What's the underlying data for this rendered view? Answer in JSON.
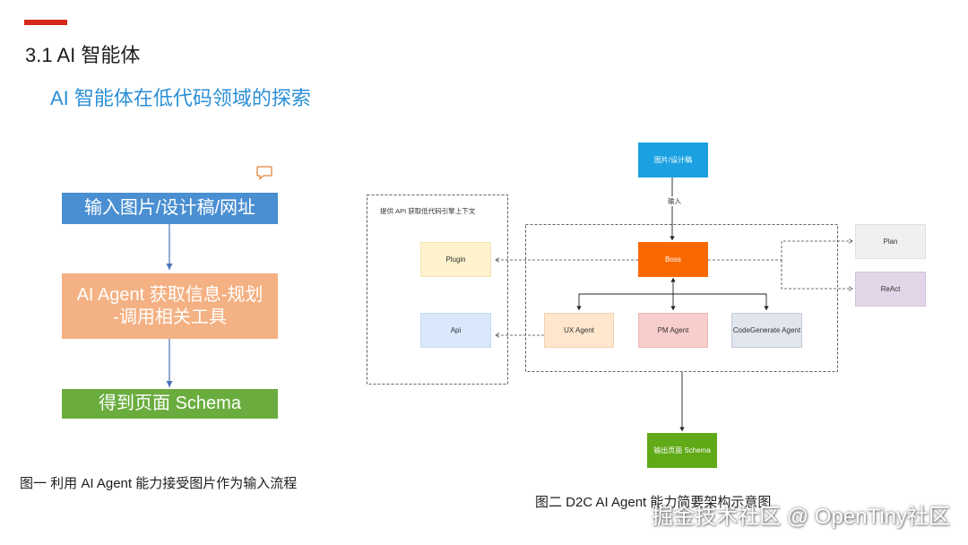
{
  "header": {
    "title": "3.1 AI 智能体",
    "subtitle": "AI 智能体在低代码领域的探索"
  },
  "left_flow": {
    "step1": "输入图片/设计稿/网址",
    "step2_line1": "AI Agent 获取信息-规划",
    "step2_line2": "-调用相关工具",
    "step3": "得到页面 Schema",
    "caption": "图一 利用 AI Agent 能力接受图片作为输入流程"
  },
  "right_diagram": {
    "input_node": "图片/设计稿",
    "input_edge_label": "输入",
    "context_group_label": "提供 API 获取低代码引擎上下文",
    "plugin": "Plugin",
    "api": "Api",
    "boss": "Boss",
    "ux_agent": "UX Agent",
    "pm_agent": "PM Agent",
    "codegen_agent": "CodeGenerate Agent",
    "plan": "Plan",
    "react": "ReAct",
    "output_node": "输出页面 Schema",
    "caption": "图二  D2C AI Agent 能力简要架构示意图"
  },
  "watermark": "掘金技术社区 @ OpenTiny社区",
  "colors": {
    "accent_red": "#d6281c",
    "subtitle_blue": "#2b8fd6",
    "flow_blue": "#4a8fd1",
    "flow_orange": "#f4b183",
    "flow_green": "#6aad3e",
    "input_cyan": "#1ba1e2",
    "boss_orange": "#fa6800",
    "output_green": "#60a917",
    "plugin_fill": "#fff2cc",
    "api_fill": "#dae8fc",
    "ux_fill": "#ffe6cc",
    "pm_fill": "#f8cecc",
    "codegen_fill": "#e1e5ee",
    "plan_fill": "#f0f0f0",
    "react_fill": "#e1d5e7"
  }
}
